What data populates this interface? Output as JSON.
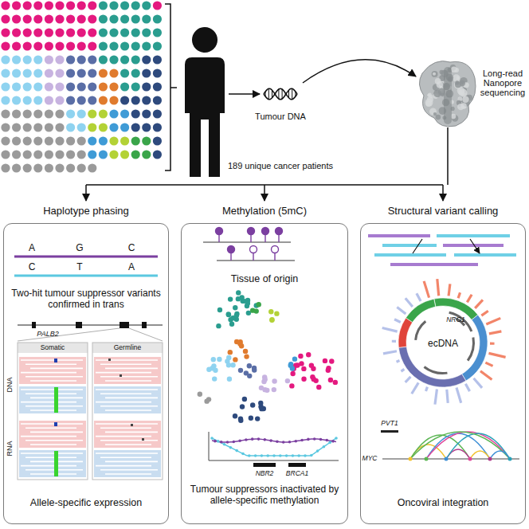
{
  "diagram": {
    "nodes": [
      {
        "text": [
          "Haplotype phasing",
          "Two-hit tumour suppressor variants confirmed in trans",
          "Allele-specific expression"
        ]
      },
      {
        "text": [
          "Methylation (5mC)",
          "Tissue of origin",
          "Tumour suppressors inactivated by allele-specific methylation"
        ]
      },
      {
        "text": [
          "Structural variant calling",
          "Oncoviral integration"
        ]
      }
    ],
    "labels": [
      "189 unique cancer patients",
      "Tumour DNA",
      "Long-read Nanopore sequencing",
      "A",
      "G",
      "C",
      "C",
      "T",
      "A",
      "PALB2",
      "Somatic",
      "Germline",
      "DNA",
      "RNA",
      "NBR2",
      "BRCA1",
      "ecDNA",
      "NRG1",
      "PVT1",
      "MYC"
    ]
  }
}
